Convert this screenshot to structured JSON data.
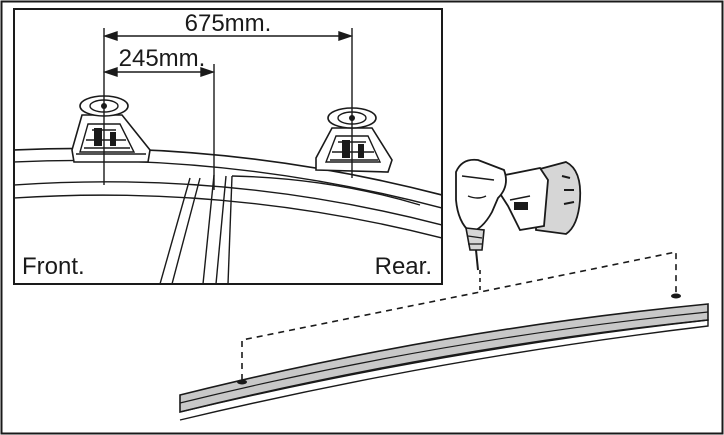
{
  "labels": {
    "front": "Front.",
    "rear": "Rear.",
    "dim_long": "675mm.",
    "dim_short": "245mm."
  },
  "colors": {
    "line": "#1a1a1a",
    "rail": "#c8c8c8",
    "foot": "#ffffff"
  },
  "icons": [
    "cordless-drill-icon",
    "roof-rack-foot-icon"
  ]
}
